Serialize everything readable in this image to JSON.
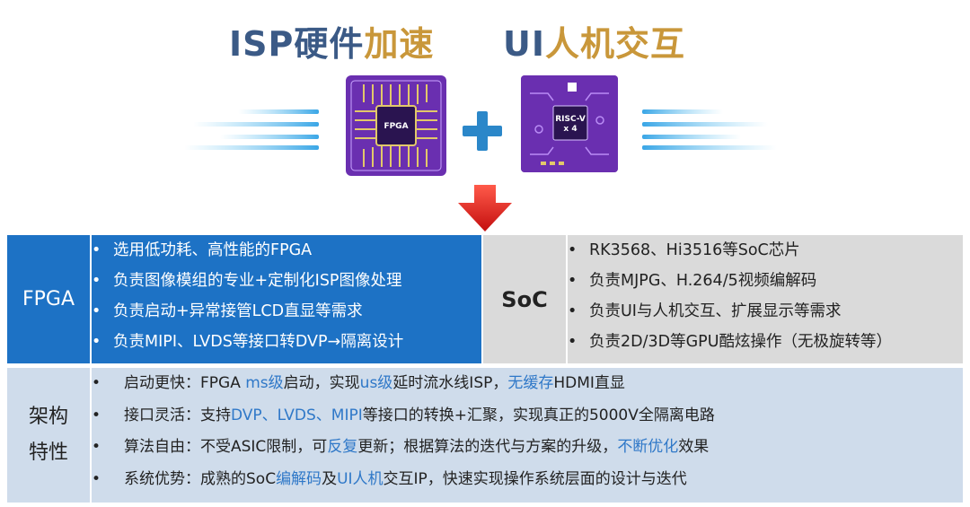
{
  "titles": {
    "left": {
      "part1": "ISP",
      "part2": "硬件",
      "part3": "加速"
    },
    "right": {
      "part1": "UI",
      "part2": "人机交互"
    }
  },
  "chips": {
    "fpga": "FPGA",
    "riscv_line1": "RISC-V",
    "riscv_line2": "x 4"
  },
  "colors": {
    "fpga_row": "#1d72c5",
    "soc_row": "#dadada",
    "arch_row": "#cfdceb",
    "highlight": "#2f78c8",
    "arrow": "#e31e1e"
  },
  "table": {
    "fpga": {
      "label": "FPGA",
      "items": [
        "选用低功耗、高性能的FPGA",
        "负责图像模组的专业+定制化ISP图像处理",
        "负责启动+异常接管LCD直显等需求",
        "负责MIPI、LVDS等接口转DVP→隔离设计"
      ]
    },
    "soc": {
      "label": "SoC",
      "items": [
        "RK3568、Hi3516等SoC芯片",
        "负责MJPG、H.264/5视频编解码",
        "负责UI与人机交互、扩展显示等需求",
        "负责2D/3D等GPU酷炫操作（无极旋转等）"
      ]
    },
    "arch": {
      "label_line1": "架构",
      "label_line2": "特性",
      "items": [
        [
          {
            "t": "启动更快：FPGA ",
            "hl": false
          },
          {
            "t": "ms级",
            "hl": true
          },
          {
            "t": "启动，实现",
            "hl": false
          },
          {
            "t": "us级",
            "hl": true
          },
          {
            "t": "延时流水线ISP，",
            "hl": false
          },
          {
            "t": "无缓存",
            "hl": true
          },
          {
            "t": "HDMI直显",
            "hl": false
          }
        ],
        [
          {
            "t": "接口灵活：支持",
            "hl": false
          },
          {
            "t": "DVP、LVDS、MIPI",
            "hl": true
          },
          {
            "t": "等接口的转换+汇聚，实现真正的5000V全隔离电路",
            "hl": false
          }
        ],
        [
          {
            "t": "算法自由：不受ASIC限制，可",
            "hl": false
          },
          {
            "t": "反复",
            "hl": true
          },
          {
            "t": "更新；根据算法的迭代与方案的升级，",
            "hl": false
          },
          {
            "t": "不断优化",
            "hl": true
          },
          {
            "t": "效果",
            "hl": false
          }
        ],
        [
          {
            "t": "系统优势：成熟的SoC",
            "hl": false
          },
          {
            "t": "编解码",
            "hl": true
          },
          {
            "t": "及",
            "hl": false
          },
          {
            "t": "UI人机",
            "hl": true
          },
          {
            "t": "交互IP，快速实现操作系统层面的设计与迭代",
            "hl": false
          }
        ]
      ]
    }
  }
}
